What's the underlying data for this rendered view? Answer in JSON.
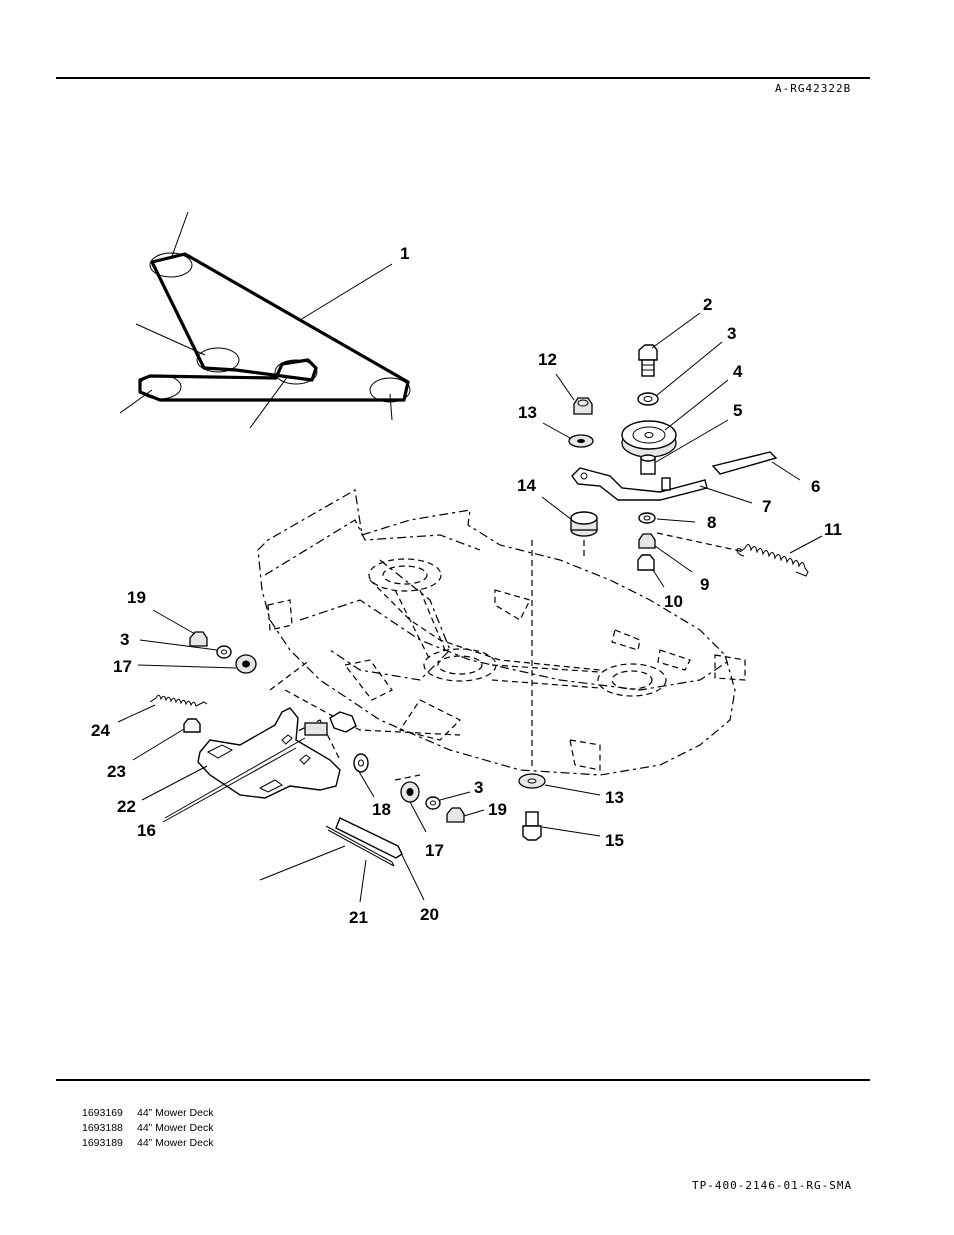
{
  "header": {
    "code": "A-RG42322B"
  },
  "footer": {
    "code": "TP-400-2146-01-RG-SMA"
  },
  "models": [
    {
      "number": "1693169",
      "description": "44” Mower Deck"
    },
    {
      "number": "1693188",
      "description": "44” Mower Deck"
    },
    {
      "number": "1693189",
      "description": "44” Mower Deck"
    }
  ],
  "callouts": [
    "1",
    "2",
    "3",
    "4",
    "5",
    "6",
    "7",
    "8",
    "9",
    "10",
    "11",
    "12",
    "13",
    "14",
    "15",
    "16",
    "17",
    "18",
    "19",
    "20",
    "21",
    "22",
    "23",
    "24"
  ],
  "callout_labels": {
    "c1": "1",
    "c2": "2",
    "c3a": "3",
    "c4": "4",
    "c5": "5",
    "c6": "6",
    "c7": "7",
    "c8": "8",
    "c9": "9",
    "c10": "10",
    "c11": "11",
    "c12": "12",
    "c13a": "13",
    "c14": "14",
    "c19a": "19",
    "c3b": "3",
    "c17a": "17",
    "c24": "24",
    "c23": "23",
    "c22": "22",
    "c16": "16",
    "c18": "18",
    "c3c": "3",
    "c19b": "19",
    "c17b": "17",
    "c13b": "13",
    "c15": "15",
    "c21": "21",
    "c20": "20"
  }
}
